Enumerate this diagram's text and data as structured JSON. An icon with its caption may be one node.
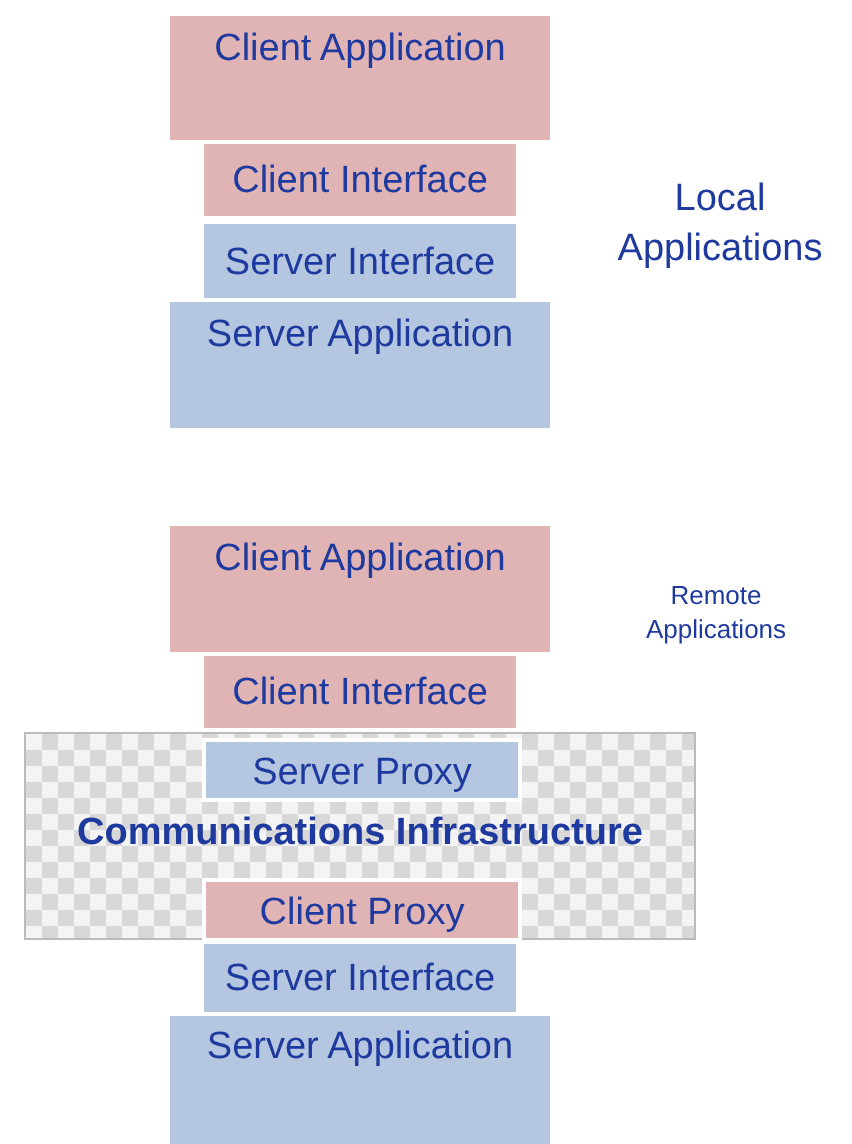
{
  "diagram": {
    "nodes": [
      {
        "text": [
          "Client Application"
        ]
      },
      {
        "text": [
          "Client Interface"
        ]
      },
      {
        "text": [
          "Server Interface"
        ]
      },
      {
        "text": [
          "Server Application"
        ]
      },
      {
        "text": [
          "Client Application"
        ]
      },
      {
        "text": [
          "Client Interface"
        ]
      },
      {
        "text": [
          "Communications Infrastructure"
        ]
      },
      {
        "text": [
          "Server Proxy"
        ],
        "in": 6
      },
      {
        "text": [
          "Client Proxy"
        ],
        "in": 6
      },
      {
        "text": [
          "Server Interface"
        ]
      },
      {
        "text": [
          "Server Application"
        ]
      }
    ],
    "labels": [
      "Local Applications",
      "Remote Applications"
    ]
  }
}
